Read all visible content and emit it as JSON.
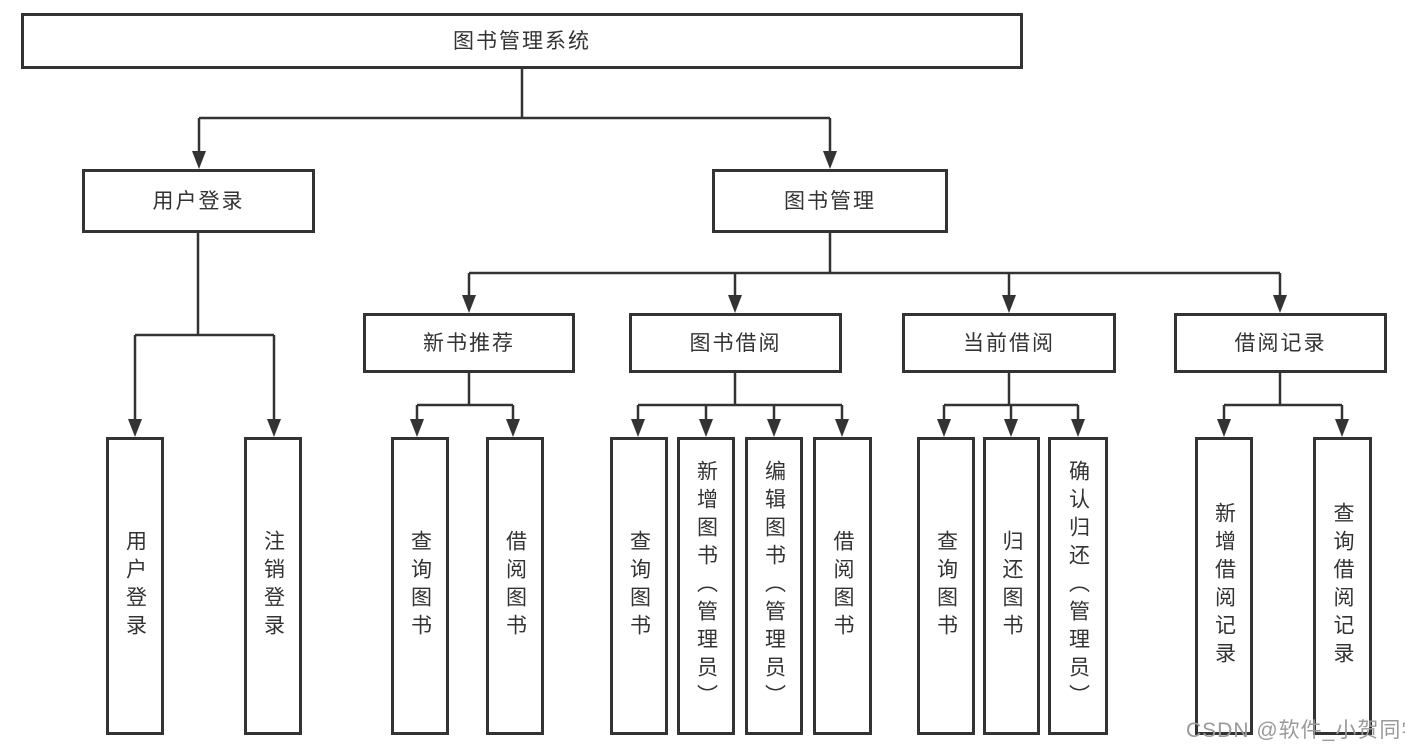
{
  "tree": {
    "root": {
      "label": "图书管理系统",
      "children": [
        {
          "label": "用户登录",
          "children": [
            {
              "label": "用户登录"
            },
            {
              "label": "注销登录"
            }
          ]
        },
        {
          "label": "图书管理",
          "children": [
            {
              "label": "新书推荐",
              "children": [
                {
                  "label": "查询图书"
                },
                {
                  "label": "借阅图书"
                }
              ]
            },
            {
              "label": "图书借阅",
              "children": [
                {
                  "label": "查询图书"
                },
                {
                  "label": "新增图书（管理员）"
                },
                {
                  "label": "编辑图书（管理员）"
                },
                {
                  "label": "借阅图书"
                }
              ]
            },
            {
              "label": "当前借阅",
              "children": [
                {
                  "label": "查询图书"
                },
                {
                  "label": "归还图书"
                },
                {
                  "label": "确认归还（管理员）"
                }
              ]
            },
            {
              "label": "借阅记录",
              "children": [
                {
                  "label": "新增借阅记录"
                },
                {
                  "label": "查询借阅记录"
                }
              ]
            }
          ]
        }
      ]
    }
  },
  "watermark": {
    "text": "CSDN @软件_小贺同学"
  },
  "colors": {
    "line": "#333333",
    "text": "#333333",
    "watermark": "#9a9a9a",
    "background": "#ffffff"
  }
}
